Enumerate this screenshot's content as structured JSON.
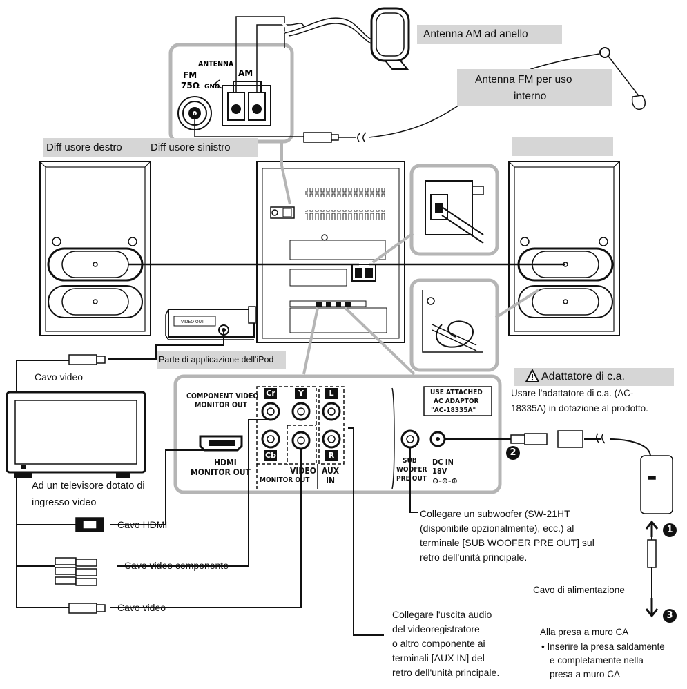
{
  "labels": {
    "am_antenna": "Antenna AM ad anello",
    "fm_antenna_line1": "Antenna FM per uso",
    "fm_antenna_line2": "interno",
    "speaker_right": "Diff usore destro",
    "speaker_left": "Diff usore sinistro",
    "ipod_part": "Parte di applicazione dell'iPod",
    "video_cable_top": "Cavo video",
    "tv_line1": "Ad un televisore dotato di",
    "tv_line2": "ingresso video",
    "hdmi_cable": "Cavo HDMI",
    "component_cable": "Cavo video componente",
    "video_cable_bottom": "Cavo video",
    "adapter_title": "Adattatore di c.a.",
    "adapter_warning_icon": "warning-triangle-icon",
    "adapter_desc_line1": "Usare l'adattatore di c.a. (AC-",
    "adapter_desc_line2": "18335A) in dotazione al prodotto.",
    "subwoofer_note": [
      "Collegare un subwoofer (SW-21HT",
      "(disponibile opzionalmente), ecc.) al",
      "terminale [SUB WOOFER PRE OUT] sul",
      "retro dell'unità principale."
    ],
    "aux_note": [
      "Collegare l'uscita audio",
      "del videoregistratore",
      "o altro componente ai",
      "terminali [AUX IN] del",
      "retro dell'unità principale."
    ],
    "power_cord": "Cavo di alimentazione",
    "wall_outlet": "Alla presa a muro CA",
    "wall_outlet_bullet": [
      "• Inserire la presa saldamente",
      "e completamente nella",
      "presa a muro CA"
    ],
    "step1": "1",
    "step2": "2",
    "step3": "3"
  },
  "antenna_panel": {
    "antenna": "ANTENNA",
    "fm": "FM",
    "ohm": "75Ω",
    "gnd": "GND",
    "am": "AM"
  },
  "rear_panel": {
    "component_line1": "COMPONENT VIDEO",
    "component_line2": "MONITOR OUT",
    "cr": "Cr",
    "y": "Y",
    "cb": "Cb",
    "l": "L",
    "r": "R",
    "hdmi_line1": "HDMI",
    "hdmi_line2": "MONITOR OUT",
    "video_line1": "VIDEO",
    "video_line2": "MONITOR OUT",
    "aux_line1": "AUX",
    "aux_line2": "IN",
    "sub_line1": "SUB",
    "sub_line2": "WOOFER",
    "sub_line3": "PRE OUT",
    "adaptor_line1": "USE ATTACHED",
    "adaptor_line2": "AC ADAPTOR",
    "adaptor_line3": "\"AC-18335A\"",
    "dcin": "DC IN",
    "volt": "18V"
  }
}
